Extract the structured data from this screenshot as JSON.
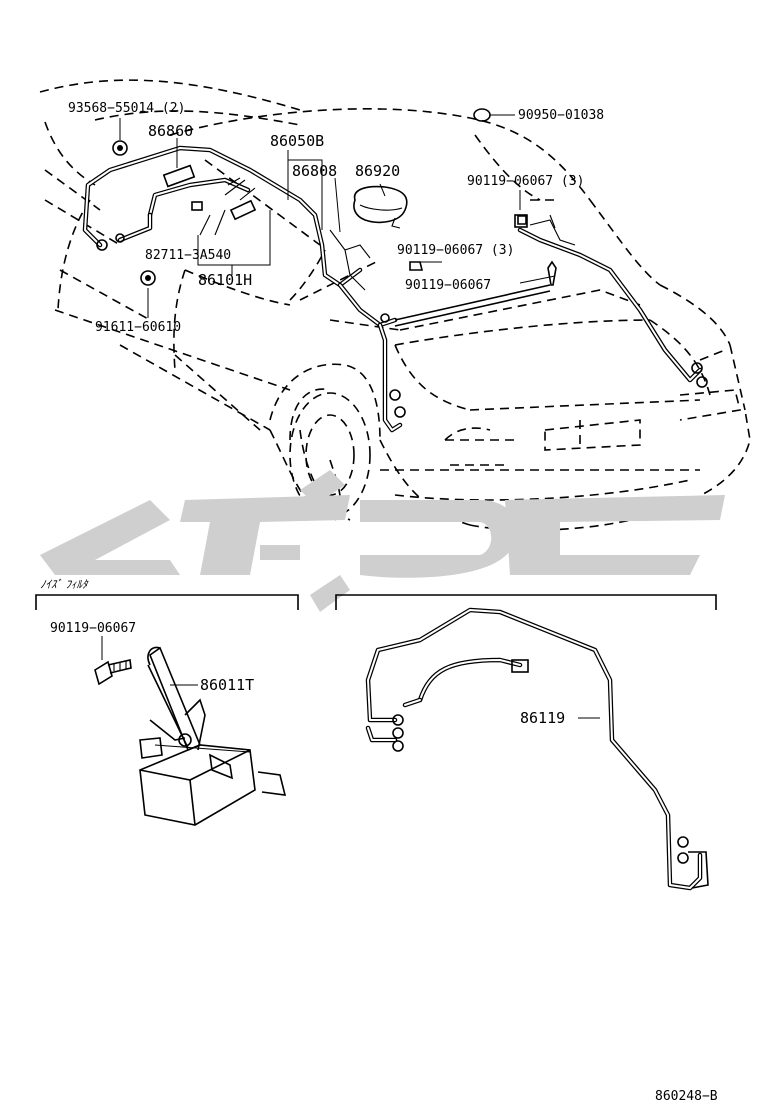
{
  "labels": {
    "p93568": "93568−55014 (2)",
    "p86860": "86860",
    "p86050B": "86050B",
    "p86808": "86808",
    "p86920": "86920",
    "p90950": "90950−01038",
    "p90119_a": "90119−06067 (3)",
    "p90119_b": "90119−06067 (3)",
    "p90119_c": "90119−06067",
    "p82711": "82711−3A540",
    "p86101H": "86101H",
    "p91611": "91611−60610",
    "noise_filter": "ﾉｲｽﾞ ﾌｨﾙﾀ",
    "p90119_d": "90119−06067",
    "p86011T": "86011T",
    "p86119": "86119",
    "diagram_code": "860248−B"
  },
  "watermark": {
    "color": "#cfcfcf"
  },
  "colors": {
    "ink": "#000000",
    "background": "#ffffff"
  }
}
